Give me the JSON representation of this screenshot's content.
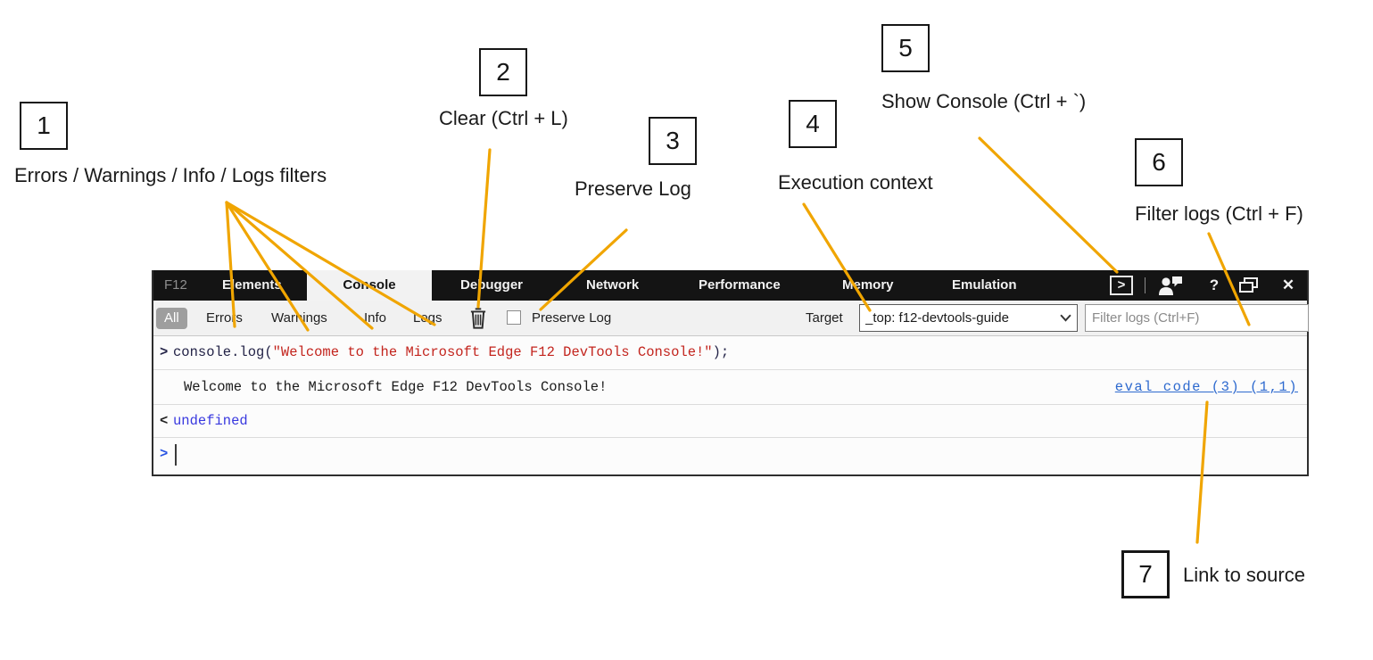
{
  "annotations": {
    "line_color": "#F0A500",
    "callouts": [
      {
        "number": "1",
        "label": "Errors / Warnings / Info / Logs filters"
      },
      {
        "number": "2",
        "label": "Clear (Ctrl + L)"
      },
      {
        "number": "3",
        "label": "Preserve Log"
      },
      {
        "number": "4",
        "label": "Execution context"
      },
      {
        "number": "5",
        "label": "Show Console (Ctrl + `)"
      },
      {
        "number": "6",
        "label": "Filter logs (Ctrl + F)"
      },
      {
        "number": "7",
        "label": "Link to source"
      }
    ]
  },
  "devtools": {
    "tabs": [
      {
        "label": "F12"
      },
      {
        "label": "Elements"
      },
      {
        "label": "Console"
      },
      {
        "label": "Debugger"
      },
      {
        "label": "Network"
      },
      {
        "label": "Performance"
      },
      {
        "label": "Memory"
      },
      {
        "label": "Emulation"
      }
    ],
    "titlebar": {
      "show_console_glyph": ">",
      "help_glyph": "?",
      "close_glyph": "✕"
    },
    "toolbar": {
      "filters": [
        {
          "label": "All"
        },
        {
          "label": "Errors"
        },
        {
          "label": "Warnings"
        },
        {
          "label": "Info"
        },
        {
          "label": "Logs"
        }
      ],
      "preserve_log_label": "Preserve Log",
      "target_label": "Target",
      "target_value": "_top: f12-devtools-guide",
      "filter_placeholder": "Filter logs (Ctrl+F)"
    },
    "console": {
      "echo_prefix": ">",
      "echo_code_before": "console.log(",
      "echo_string": "\"Welcome to the Microsoft Edge F12 DevTools Console!\"",
      "echo_code_after": ");",
      "output_text": "Welcome to the Microsoft Edge F12 DevTools Console!",
      "source_link": "eval code (3) (1,1)",
      "result_prefix": "<",
      "result_value": "undefined",
      "prompt_prefix": ">"
    }
  }
}
